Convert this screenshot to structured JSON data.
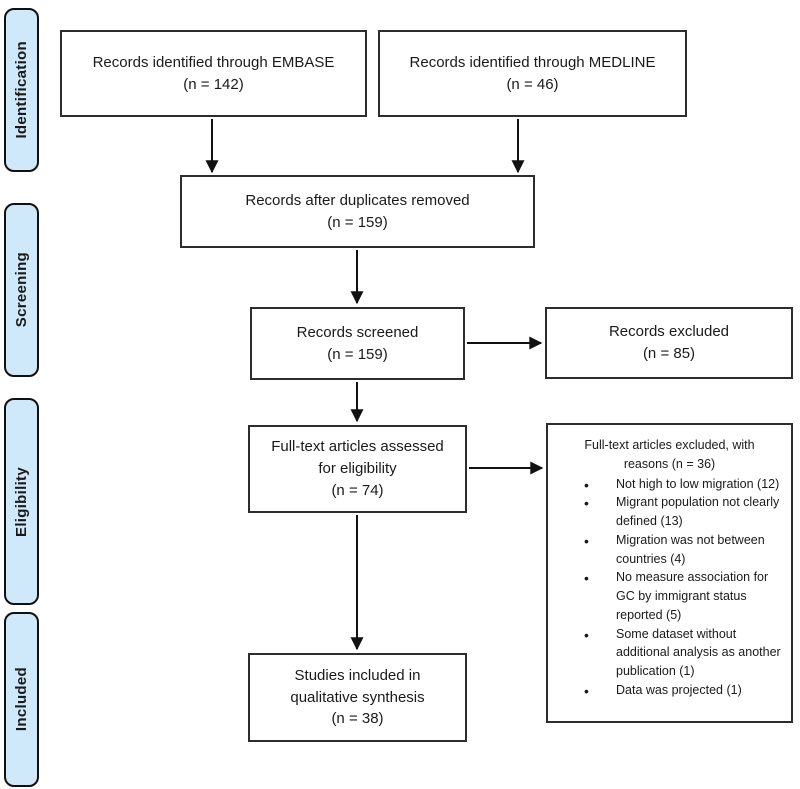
{
  "stages": {
    "identification": "Identification",
    "screening": "Screening",
    "eligibility": "Eligibility",
    "included": "Included"
  },
  "boxes": {
    "embase": {
      "lines": [
        "Records identified through EMBASE",
        "(n = 142)"
      ]
    },
    "medline": {
      "lines": [
        "Records identified through MEDLINE",
        "(n = 46)"
      ]
    },
    "duplicates": {
      "lines": [
        "Records after duplicates removed",
        "(n = 159)"
      ]
    },
    "screened": {
      "lines": [
        "Records screened",
        "(n = 159)"
      ]
    },
    "records_excluded": {
      "lines": [
        "Records excluded",
        "(n = 85)"
      ]
    },
    "fulltext_assessed": {
      "lines": [
        "Full-text articles assessed",
        "for eligibility",
        "(n = 74)"
      ]
    },
    "fulltext_excluded": {
      "header": "Full-text articles excluded, with reasons (n = 36)",
      "reasons": [
        "Not high to low migration (12)",
        "Migrant population not clearly defined (13)",
        "Migration was not between countries (4)",
        "No measure association for GC by immigrant status reported (5)",
        "Some dataset without additional analysis as another publication (1)",
        "Data was projected (1)"
      ]
    },
    "qualitative_synthesis": {
      "lines": [
        "Studies included in",
        "qualitative synthesis",
        "(n = 38)"
      ]
    }
  },
  "colors": {
    "stage_fill": "#cfe9fa",
    "stage_border": "#111111",
    "box_border": "#2d2d2d",
    "arrow": "#111111",
    "text": "#1a1a1a",
    "background": "#ffffff"
  }
}
